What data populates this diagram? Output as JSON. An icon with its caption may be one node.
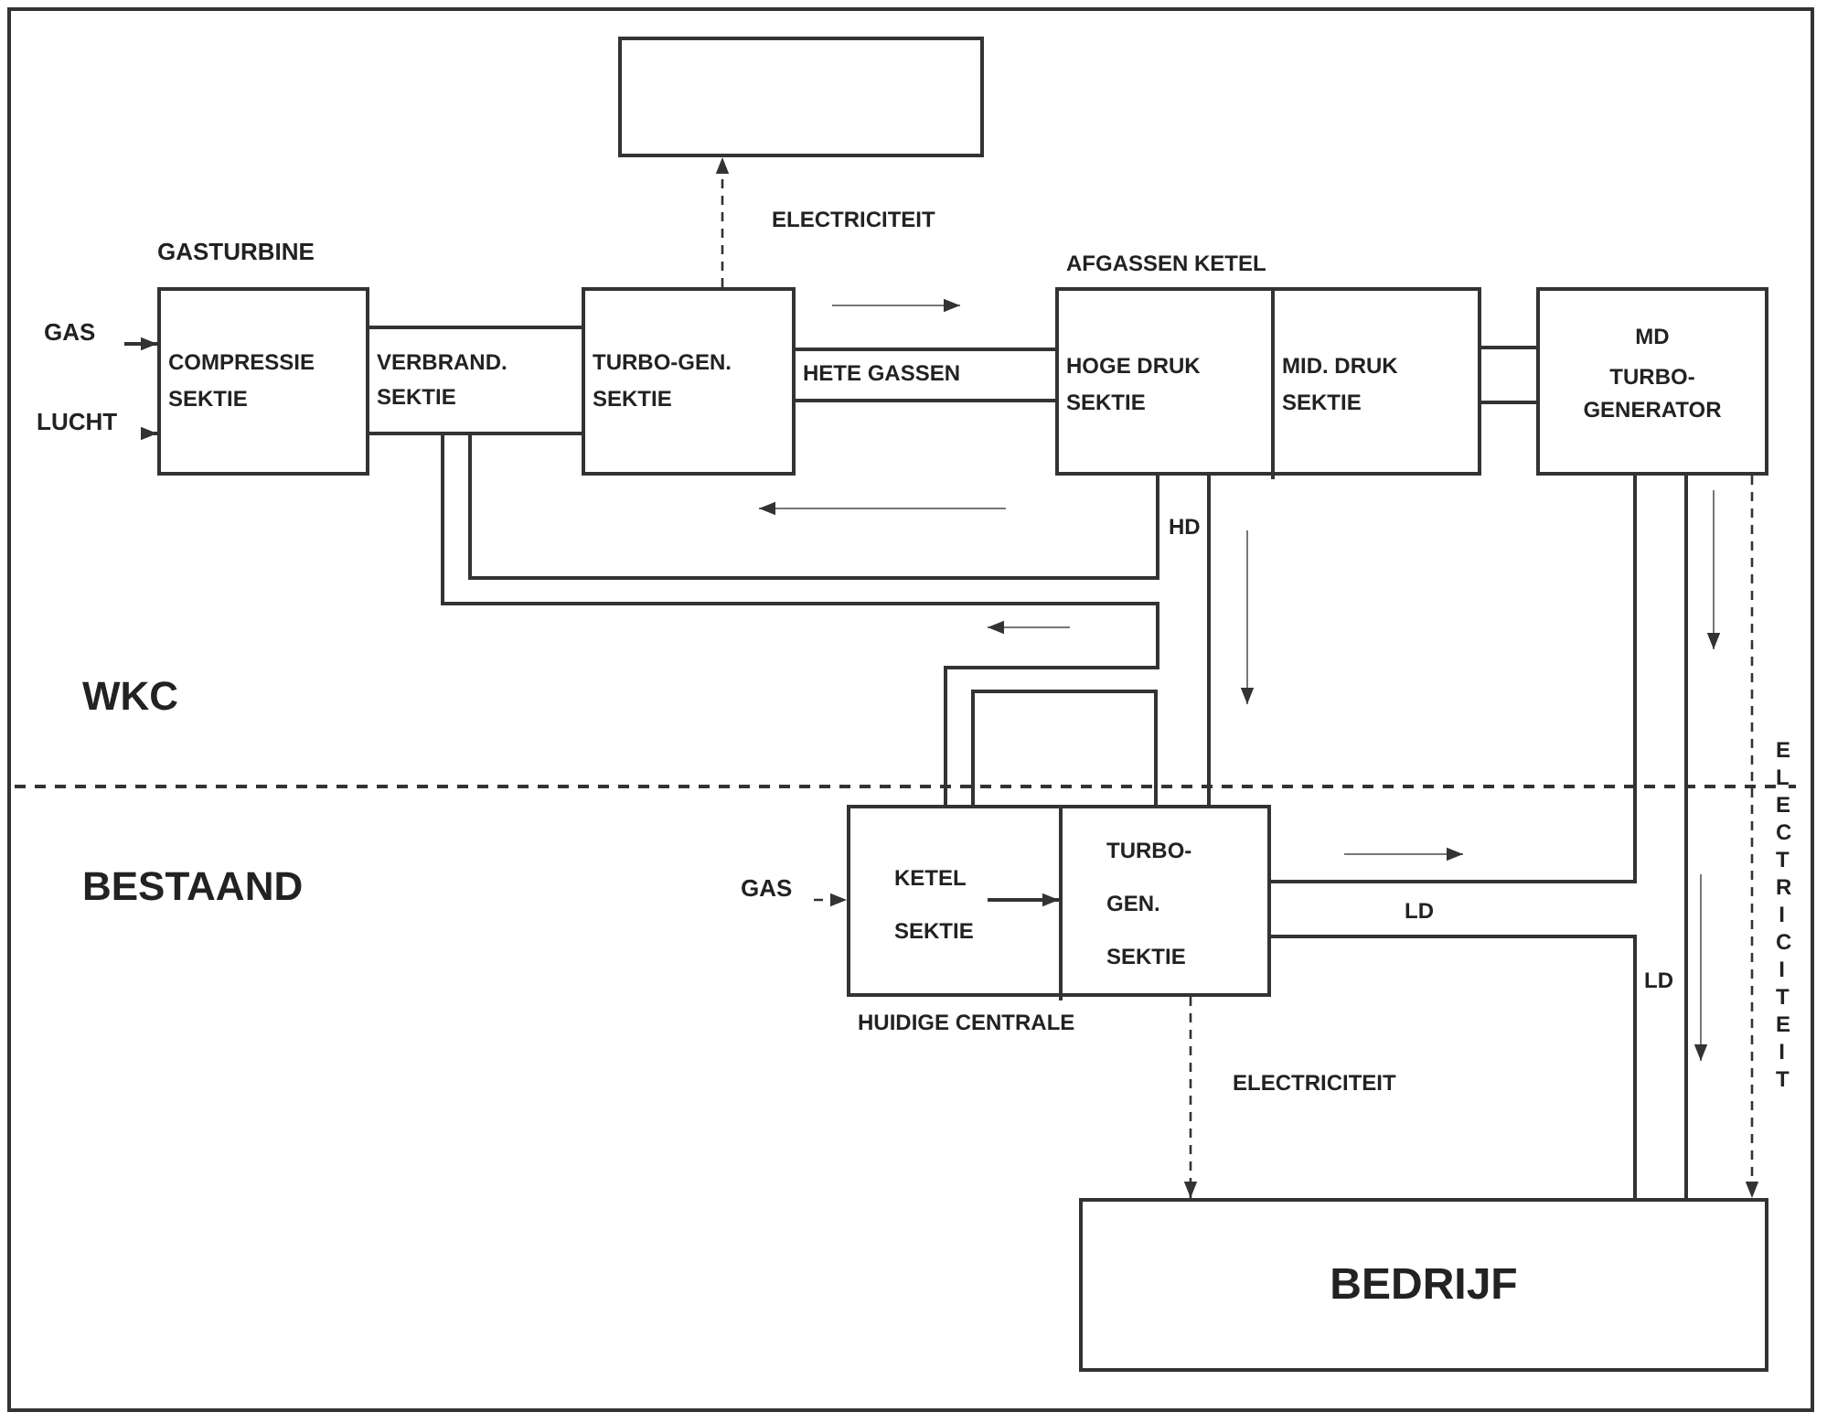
{
  "diagram": {
    "nodes": [
      {
        "text": [],
        "shape": "box"
      },
      {
        "text": [
          "GAS"
        ]
      },
      {
        "text": [
          "LUCHT"
        ]
      },
      {
        "text": [
          "COMPRESSIE SEKTIE"
        ]
      },
      {
        "text": [
          "VERBRAND. SEKTIE"
        ]
      },
      {
        "text": [
          "TURBO-GEN. SEKTIE"
        ]
      },
      {
        "text": [
          "HETE GASSEN"
        ]
      },
      {
        "text": [
          "AFGASSEN KETEL"
        ]
      },
      {
        "text": [
          "HOGE DRUK SEKTIE"
        ],
        "in": 7
      },
      {
        "text": [
          "MID. DRUK SEKTIE"
        ],
        "in": 7
      },
      {
        "text": [
          "MD",
          "TURBO-GENERATOR"
        ]
      },
      {
        "text": [
          "GAS"
        ]
      },
      {
        "text": [
          "HUIDIGE CENTRALE"
        ]
      },
      {
        "text": [
          "KETEL SEKTIE"
        ],
        "in": 12
      },
      {
        "text": [
          "TURBO-GEN. SEKTIE"
        ],
        "in": 12
      },
      {
        "text": [
          "BEDRIJF"
        ]
      }
    ],
    "edges": [
      {
        "from": 1,
        "to": 3,
        "arrow": "to"
      },
      {
        "from": 2,
        "to": 3,
        "arrow": "to"
      },
      {
        "from": 5,
        "to": 0,
        "arrow": "to",
        "style": "dashed",
        "label": "ELECTRICITEIT"
      },
      {
        "from": 7,
        "to": 10,
        "arrow": "none"
      },
      {
        "from": 4,
        "to": 8,
        "arrow": "none"
      },
      {
        "from": 4,
        "to": 13,
        "arrow": "none"
      },
      {
        "from": 13,
        "to": 14,
        "arrow": "none"
      },
      {
        "from": 8,
        "to": 14,
        "arrow": "none",
        "label": "HD"
      },
      {
        "from": 11,
        "to": 13,
        "arrow": "to",
        "style": "dashed"
      },
      {
        "from": 14,
        "to": 10,
        "arrow": "none"
      },
      {
        "from": 14,
        "to": 15,
        "arrow": "none",
        "label": "LD"
      },
      {
        "from": 10,
        "to": 15,
        "arrow": "none",
        "label": "LD"
      },
      {
        "from": 14,
        "to": 15,
        "arrow": "to",
        "style": "dashed",
        "label": "ELECTRICITEIT"
      },
      {
        "from": 10,
        "to": 15,
        "arrow": "to",
        "style": "dashed",
        "label": "ELECTRICITEIT"
      },
      {
        "from": 13,
        "to": 14,
        "arrow": "to"
      }
    ],
    "labels": [
      "GASTURBINE",
      "WKC",
      "BESTAAND"
    ]
  }
}
